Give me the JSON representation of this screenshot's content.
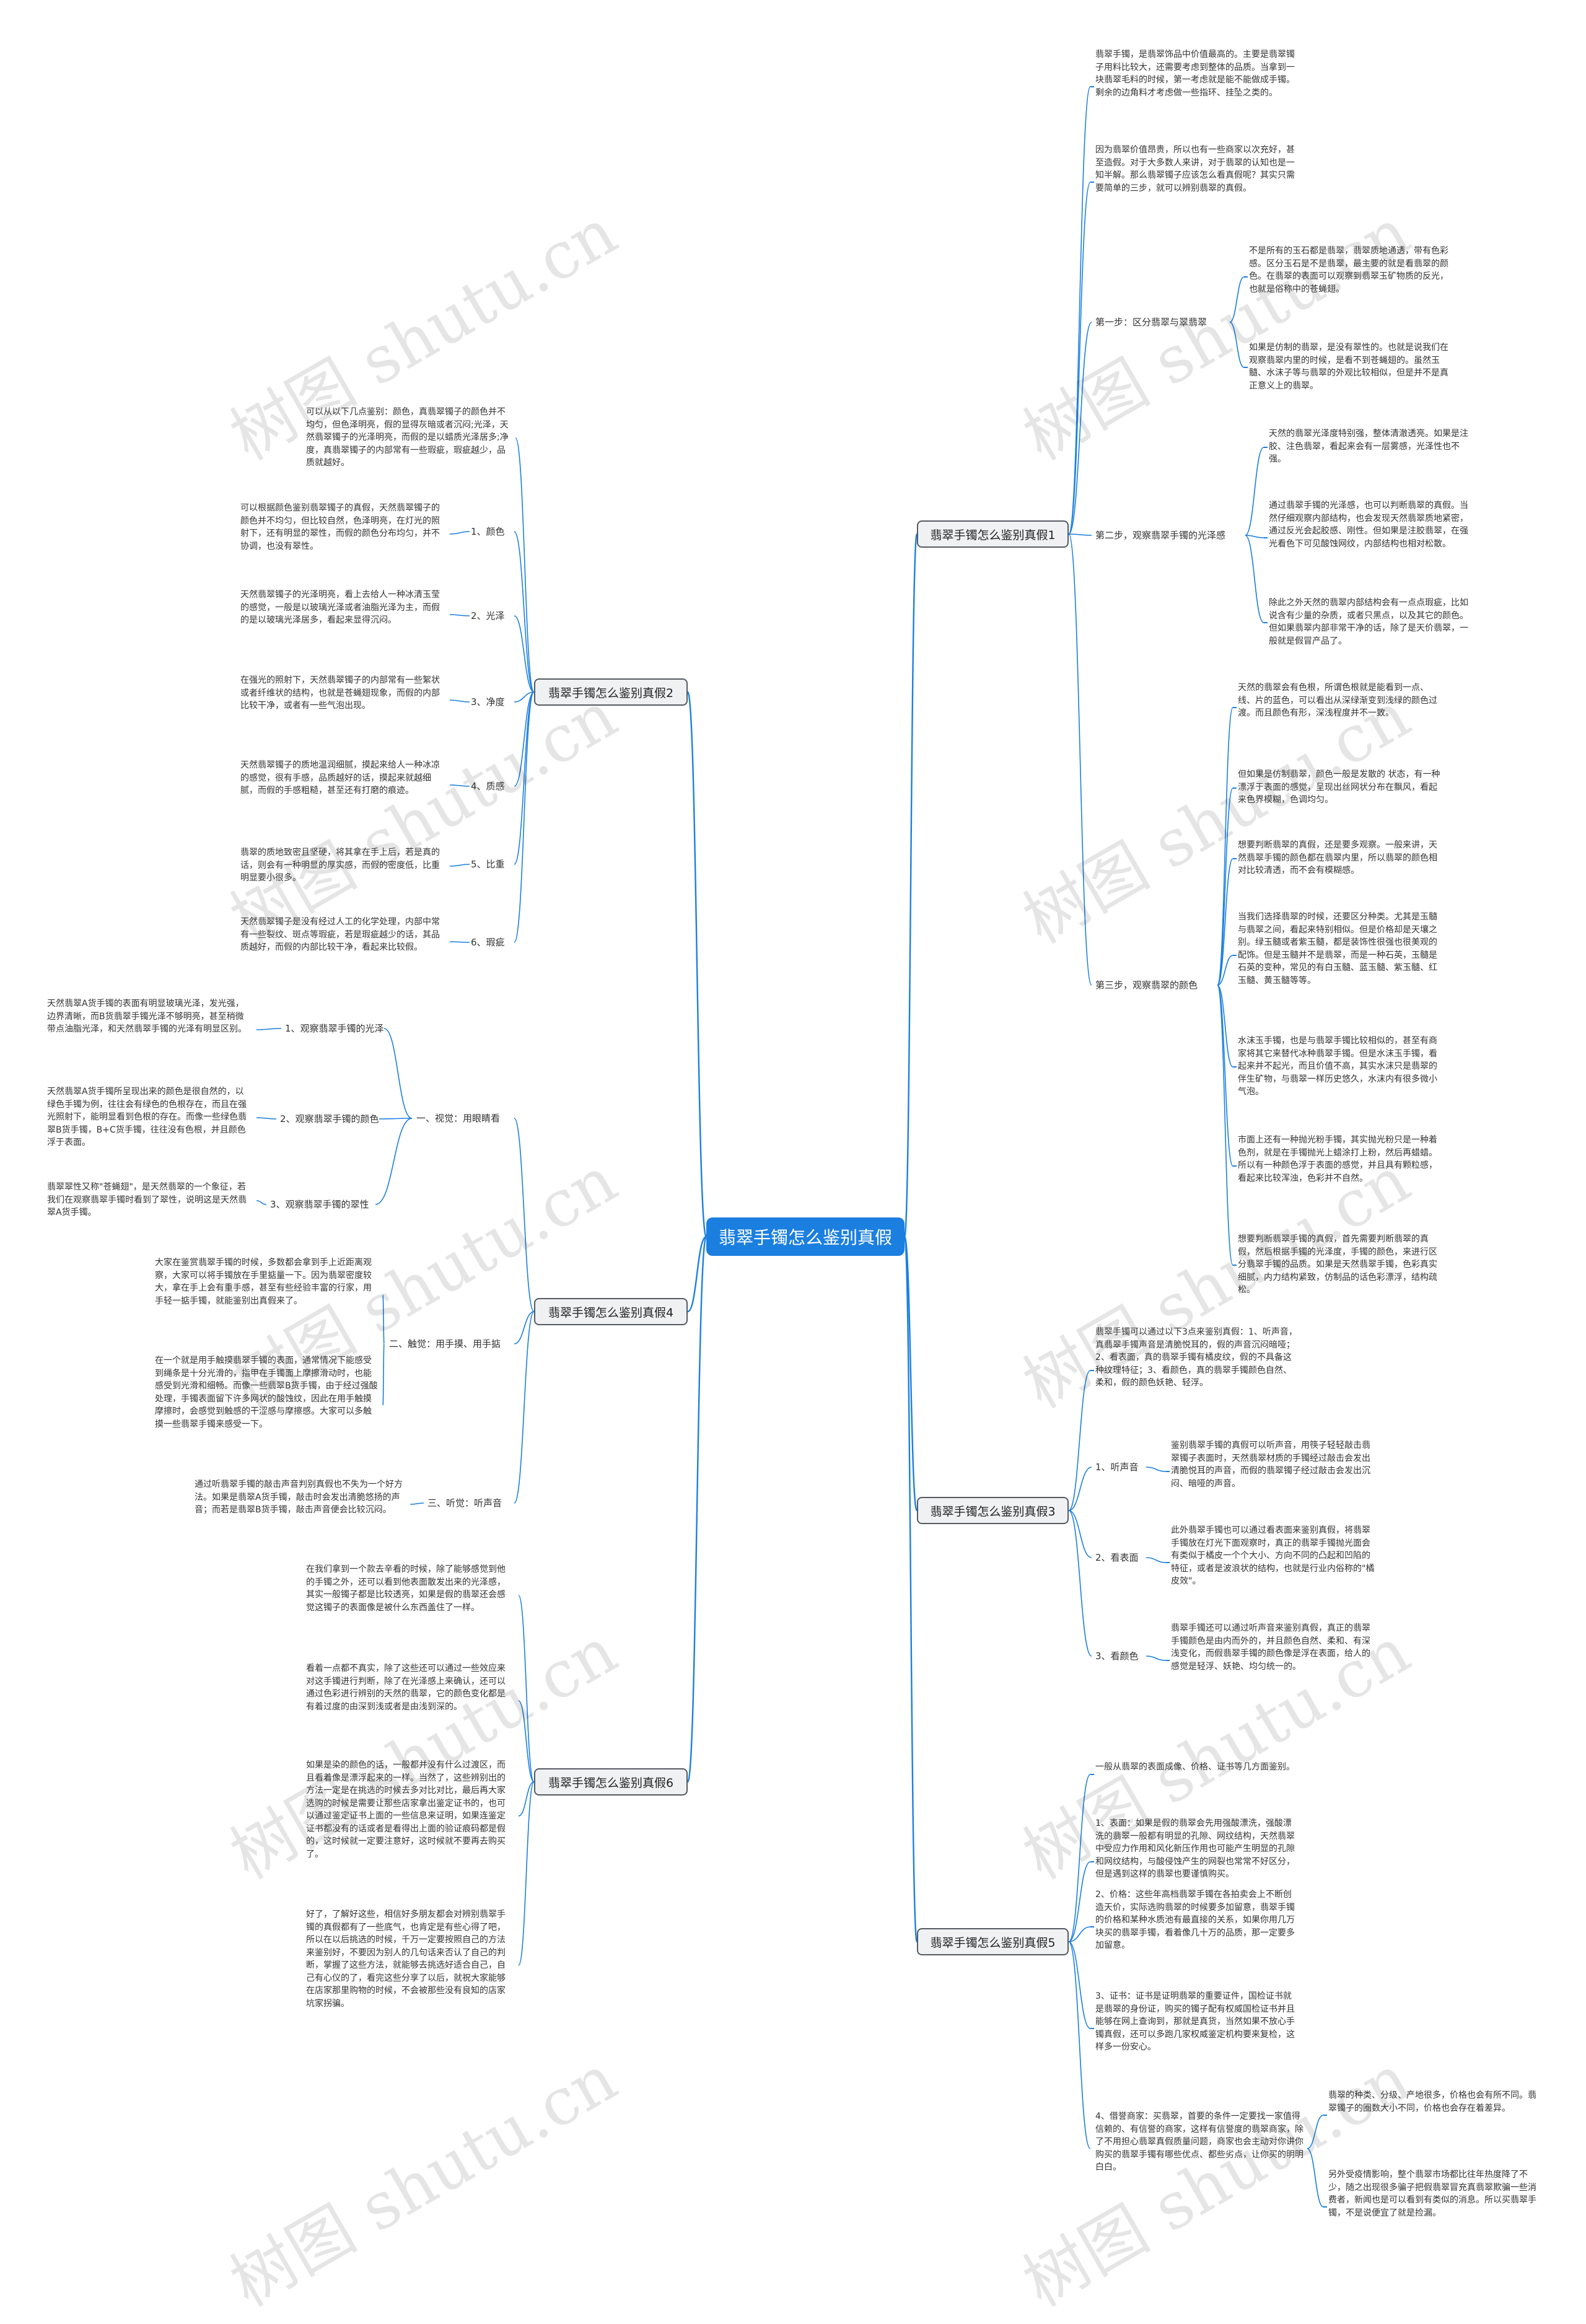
{
  "watermark": "树图 shutu.cn",
  "colors": {
    "line": "#1b7fe0",
    "root_bg": "#1b7fe0",
    "branch_bg": "#f0f1f3",
    "branch_border": "#555a61"
  },
  "root": {
    "label": "翡翠手镯怎么鉴别真假"
  },
  "branches": [
    {
      "label": "翡翠手镯怎么鉴别真假1",
      "items": [
        {
          "text": "翡翠手镯，是翡翠饰品中价值最高的。主要是翡翠镯子用料比较大，还需要考虑到整体的品质。当拿到一块翡翠毛料的时候，第一考虑就是能不能做成手镯。剩余的边角料才考虑做一些指环、挂坠之类的。"
        },
        {
          "text": "因为翡翠价值昂贵，所以也有一些商家以次充好，甚至造假。对于大多数人来讲，对于翡翠的认知也是一知半解。那么翡翠镯子应该怎么看真假呢？其实只需要简单的三步，就可以辨别翡翠的真假。"
        },
        {
          "label": "第一步：区分翡翠与翠翡翠",
          "children": [
            "不是所有的玉石都是翡翠，翡翠质地通透，带有色彩感。区分玉石是不是翡翠，最主要的就是看翡翠的颜色。在翡翠的表面可以观察到翡翠玉矿物质的反光，也就是俗称中的苍蝇翅。",
            "如果是仿制的翡翠，是没有翠性的。也就是说我们在观察翡翠内里的时候，是看不到苍蝇翅的。虽然玉髓、水沫子等与翡翠的外观比较相似，但是并不是真正意义上的翡翠。"
          ]
        },
        {
          "label": "第二步，观察翡翠手镯的光泽感",
          "children": [
            "天然的翡翠光泽度特别强，整体清澈透亮。如果是注胶、注色翡翠，看起来会有一层雾感，光泽性也不强。",
            "通过翡翠手镯的光泽感，也可以判断翡翠的真假。当然仔细观察内部结构，也会发现天然翡翠质地紧密，通过反光会起胶感、刚性。但如果是注胶翡翠，在强光看色下可见酸蚀网纹，内部结构也相对松散。",
            "除此之外天然的翡翠内部结构会有一点点瑕疵，比如说含有少量的杂质，或者只黑点，以及其它的颜色。但如果翡翠内部非常干净的话，除了是天价翡翠，一般就是假冒产品了。"
          ]
        },
        {
          "label": "第三步，观察翡翠的颜色",
          "children": [
            "天然的翡翠会有色根，所谓色根就是能看到一点、线、片的蓝色，可以看出从深绿渐变到浅绿的颜色过渡。而且颜色有形，深浅程度并不一致。",
            "但如果是仿制翡翠，颜色一般是发散的 状态，有一种漂浮于表面的感觉，呈现出丝网状分布在飘风，看起来色界模糊，色调均匀。",
            "想要判断翡翠的真假，还是要多观察。一般来讲，天然翡翠手镯的颜色都在翡翠内里，所以翡翠的颜色相对比较清透，而不会有模糊感。",
            "当我们选择翡翠的时候，还要区分种类。尤其是玉髓与翡翠之间，看起来特别相似。但是价格却是天壤之别。绿玉髓或者紫玉髓，都是装饰性很强也很美观的配饰。但是玉髓并不是翡翠，而是一种石英，玉髓是石英的变种，常见的有白玉髓、蓝玉髓、紫玉髓、红玉髓、黄玉髓等等。",
            "水沫玉手镯，也是与翡翠手镯比较相似的，甚至有商家将其它来替代冰种翡翠手镯。但是水沫玉手镯，看起来并不起光，而且价值不高，其实水沫只是翡翠的伴生矿物，与翡翠一样历史悠久，水沫内有很多微小气泡。",
            "市面上还有一种抛光粉手镯，其实抛光粉只是一种着色剂，就是在手镯抛光上蜡涂打上粉，然后再蜡蜡。所以有一种颜色浮于表面的感觉，并且具有颗粒感，看起来比较浑浊，色彩并不自然。",
            "想要判断翡翠手镯的真假，首先需要判断翡翠的真假，然后根据手镯的光泽度，手镯的颜色，来进行区分翡翠手镯的品质。如果是天然翡翠手镯，色彩真实细腻，内力结构紧致，仿制品的话色彩漂浮，结构疏松。"
          ]
        }
      ]
    },
    {
      "label": "翡翠手镯怎么鉴别真假2",
      "items": [
        {
          "text": "可以从以下几点鉴别：颜色，真翡翠镯子的颜色并不均匀，但色泽明亮，假的显得灰暗或者沉闷;光泽，天然翡翠镯子的光泽明亮，而假的是以蜡质光泽居多;净度，真翡翠镯子的内部常有一些瑕疵，瑕疵越少，品质就越好。"
        },
        {
          "label": "1、颜色",
          "children": [
            "可以根据颜色鉴别翡翠镯子的真假，天然翡翠镯子的颜色并不均匀，但比较自然，色泽明亮，在灯光的照射下，还有明显的翠性，而假的颜色分布均匀，并不协调，也没有翠性。"
          ]
        },
        {
          "label": "2、光泽",
          "children": [
            "天然翡翠镯子的光泽明亮，看上去给人一种冰清玉莹的感觉，一般是以玻璃光泽或者油脂光泽为主，而假的是以玻璃光泽居多，看起来显得沉闷。"
          ]
        },
        {
          "label": "3、净度",
          "children": [
            "在强光的照射下，天然翡翠镯子的内部常有一些絮状或者纤维状的结构，也就是苍蝇翅现象，而假的内部比较干净，或者有一些气泡出现。"
          ]
        },
        {
          "label": "4、质感",
          "children": [
            "天然翡翠镯子的质地温润细腻，摸起来给人一种冰凉的感觉，很有手感，品质越好的话，摸起来就越细腻，而假的手感粗糙，甚至还有打磨的痕迹。"
          ]
        },
        {
          "label": "5、比重",
          "children": [
            "翡翠的质地致密且坚硬，将其拿在手上后，若是真的话，则会有一种明显的厚实感，而假的密度低，比重明显要小很多。"
          ]
        },
        {
          "label": "6、瑕疵",
          "children": [
            "天然翡翠镯子是没有经过人工的化学处理，内部中常有一些裂纹、斑点等瑕疵，若是瑕疵越少的话，其品质越好，而假的内部比较干净，看起来比较假。"
          ]
        }
      ]
    },
    {
      "label": "翡翠手镯怎么鉴别真假4",
      "items": [
        {
          "label": "一、视觉：用眼睛看",
          "children": [
            {
              "label": "1、观察翡翠手镯的光泽",
              "children": [
                "天然翡翠A货手镯的表面有明显玻璃光泽，发光强，边界清晰，而B货翡翠手镯光泽不够明亮，甚至稍微带点油脂光泽，和天然翡翠手镯的光泽有明显区别。"
              ]
            },
            {
              "label": "2、观察翡翠手镯的颜色",
              "children": [
                "天然翡翠A货手镯所呈现出来的颜色是很自然的，以绿色手镯为例，往往会有绿色的色根存在，而且在强光照射下，能明显看到色根的存在。而像一些绿色翡翠B货手镯，B+C货手镯，往往没有色根，并且颜色浮于表面。"
              ]
            },
            {
              "label": "3、观察翡翠手镯的翠性",
              "children": [
                "翡翠翠性又称\"苍蝇翅\"，是天然翡翠的一个象征，若我们在观察翡翠手镯时看到了翠性，说明这是天然翡翠A货手镯。"
              ]
            }
          ]
        },
        {
          "label": "二、触觉：用手摸、用手掂",
          "children": [
            "大家在鉴赏翡翠手镯的时候，多数都会拿到手上近距离观察，大家可以将手镯放在手里掂量一下。因为翡翠密度较大，拿在手上会有重手感，甚至有些经验丰富的行家，用手轻一掂手镯，就能鉴别出真假来了。",
            "在一个就是用手触摸翡翠手镯的表面，通常情况下能感受到绳条是十分光滑的，指甲在手镯面上摩擦滑动时，也能感受到光滑和细畅。而像一些翡翠B货手镯，由于经过强酸处理，手镯表面留下许多网状的酸蚀纹，因此在用手触摸摩擦时，会感觉到触感的干涩感与摩擦感。大家可以多触摸一些翡翠手镯来感受一下。"
          ]
        },
        {
          "label": "三、听觉：听声音",
          "children": [
            "通过听翡翠手镯的敲击声音判别真假也不失为一个好方法。如果是翡翠A货手镯，敲击时会发出清脆悠扬的声音；而若是翡翠B货手镯，敲击声音便会比较沉闷。"
          ]
        }
      ]
    },
    {
      "label": "翡翠手镯怎么鉴别真假6",
      "items": [
        {
          "text": "在我们拿到一个款去辛看的时候，除了能够感觉到他的手镯之外，还可以看到他表面散发出来的光泽感，其实一般镯子都是比较透亮，如果是假的翡翠还会感觉这镯子的表面像是被什么东西盖住了一样。"
        },
        {
          "text": "看着一点都不真实，除了这些还可以通过一些效应来对这手镯进行判断，除了在光泽感上来确认，还可以通过色彩进行辨别的天然的翡翠，它的颜色变化都是有着过度的由深到浅或者是由浅到深的。"
        },
        {
          "text": "如果是染的颜色的话，一般都并没有什么过渡区，而且看着像是漂浮起来的一样。当然了，这些辨别出的方法一定是在挑选的时候去多对比对比，最后再大家选购的时候是需要让那些店家拿出鉴定证书的，也可以通过鉴定证书上面的一些信息来证明，如果连鉴定证书都没有的话或者是看得出上面的验证痕码都是假的，这时候就一定要注意好，这时候就不要再去购买了。"
        },
        {
          "text": "好了，了解好这些，相信好多朋友都会对辨别翡翠手镯的真假都有了一些底气，也肯定是有些心得了吧，所以在以后挑选的时候，千万一定要按照自己的方法来鉴别好，不要因为别人的几句话来否认了自己的判断，掌握了这些方法，就能够去挑选好适合自己，自己有心仪的了，看完这些分享了以后，就祝大家能够在店家那里购物的时候，不会被那些没有良知的店家坑家拐骗。"
        }
      ]
    },
    {
      "label": "翡翠手镯怎么鉴别真假3",
      "items": [
        {
          "text": "翡翠手镯可以通过以下3点来鉴别真假：1、听声音，真翡翠手镯声音是清脆悦耳的，假的声音沉闷暗哑；2、看表面，真的翡翠手镯有橘皮纹，假的不具备这种纹理特征；3、看颜色，真的翡翠手镯颜色自然、柔和，假的颜色妖艳、轻浮。"
        },
        {
          "label": "1、听声音",
          "children": [
            "鉴别翡翠手镯的真假可以听声音，用筷子轻轻敲击翡翠镯子表面时，天然翡翠材质的手镯经过敲击会发出清脆悦耳的声音，而假的翡翠镯子经过敲击会发出沉闷、暗哑的声音。"
          ]
        },
        {
          "label": "2、看表面",
          "children": [
            "此外翡翠手镯也可以通过看表面来鉴别真假，将翡翠手镯放在灯光下面观察时，真正的翡翠手镯抛光面会有类似于橘皮一个个大小、方向不同的凸起和凹陷的特征，或者是波浪状的结构，也就是行业内俗称的\"橘皮效\"。"
          ]
        },
        {
          "label": "3、看颜色",
          "children": [
            "翡翠手镯还可以通过听声音来鉴别真假，真正的翡翠手镯颜色是由内而外的，并且颜色自然、柔和、有深浅变化，而假翡翠手镯的颜色像是浮在表面，给人的感觉是轻浮、妖艳、均匀统一的。"
          ]
        }
      ]
    },
    {
      "label": "翡翠手镯怎么鉴别真假5",
      "items": [
        {
          "text": "一般从翡翠的表面成像、价格、证书等几方面鉴别。"
        },
        {
          "text": "1、表面：如果是假的翡翠会先用强酸漂洗，强酸漂洗的翡翠一般都有明显的孔隙、网纹结构，天然翡翠中受应力作用和风化新压作用也可能产生明显的孔隙和网纹结构，与酸侵蚀产生的网裂也常常不好区分，但是遇到这样的翡翠也要谨慎购买。"
        },
        {
          "text": "2、价格：这些年高档翡翠手镯在各拍卖会上不断创造天价，实际选购翡翠的时候要多加留意，翡翠手镯的价格和某种水质池有最直接的关系，如果你用几万块买的翡翠手镯，看着像几十万的品质，那一定要多加留意。"
        },
        {
          "text": "3、证书：证书是证明翡翠的重要证件，国检证书就是翡翠的身份证，购买的镯子配有权威国检证书并且能够在网上查询到，那就是真货，当然如果不放心手镯真假，还可以多跑几家权威鉴定机构要来复检，这样多一份安心。"
        },
        {
          "label": "4、借誉商家：买翡翠，首要的条件一定要找一家值得信赖的、有信誉的商家，这样有信誉度的翡翠商家，除了不用担心翡翠真假质量问题，商家也会主动对你讲你购买的翡翠手镯有哪些优点、都些劣点，让你买的明明白白。",
          "children": [
            "翡翠的种类、分级、产地很多，价格也会有所不同。翡翠镯子的圈数大小不同，价格也会存在着差异。",
            "另外受疫情影响，整个翡翠市场都比往年热度降了不少，随之出现很多骗子把假翡翠冒充真翡翠欺骗一些消费者，新闻也是可以看到有类似的消息。所以买翡翠手镯，不是说便宜了就是捡漏。"
          ]
        }
      ]
    }
  ]
}
